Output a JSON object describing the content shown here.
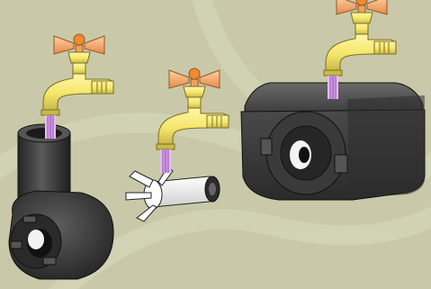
{
  "scene": {
    "background_color": "#c9c9a9",
    "swirl_color": "#d9d9bd",
    "tap_color": "#f5e66a",
    "tap_shadow_color": "#c8b94a",
    "handle_color": "#f0a05a",
    "handle_cap_color": "#f28a2c",
    "water_color": "#d7a8e6",
    "water_stripe_color": "#9b57b8",
    "device_color": "#3b3b3b",
    "device_dark_color": "#1e1e1e",
    "device_light_color": "#5c5c5c",
    "impeller_color": "#f4f4f4"
  },
  "objects": [
    {
      "name": "tap-left",
      "icon": "faucet-icon"
    },
    {
      "name": "tap-middle",
      "icon": "faucet-icon"
    },
    {
      "name": "tap-right",
      "icon": "faucet-icon"
    },
    {
      "name": "elbow-pump",
      "icon": "pipe-elbow-pump-icon"
    },
    {
      "name": "impeller-rotor",
      "icon": "impeller-icon"
    },
    {
      "name": "pump-housing-box",
      "icon": "pump-housing-icon"
    }
  ]
}
